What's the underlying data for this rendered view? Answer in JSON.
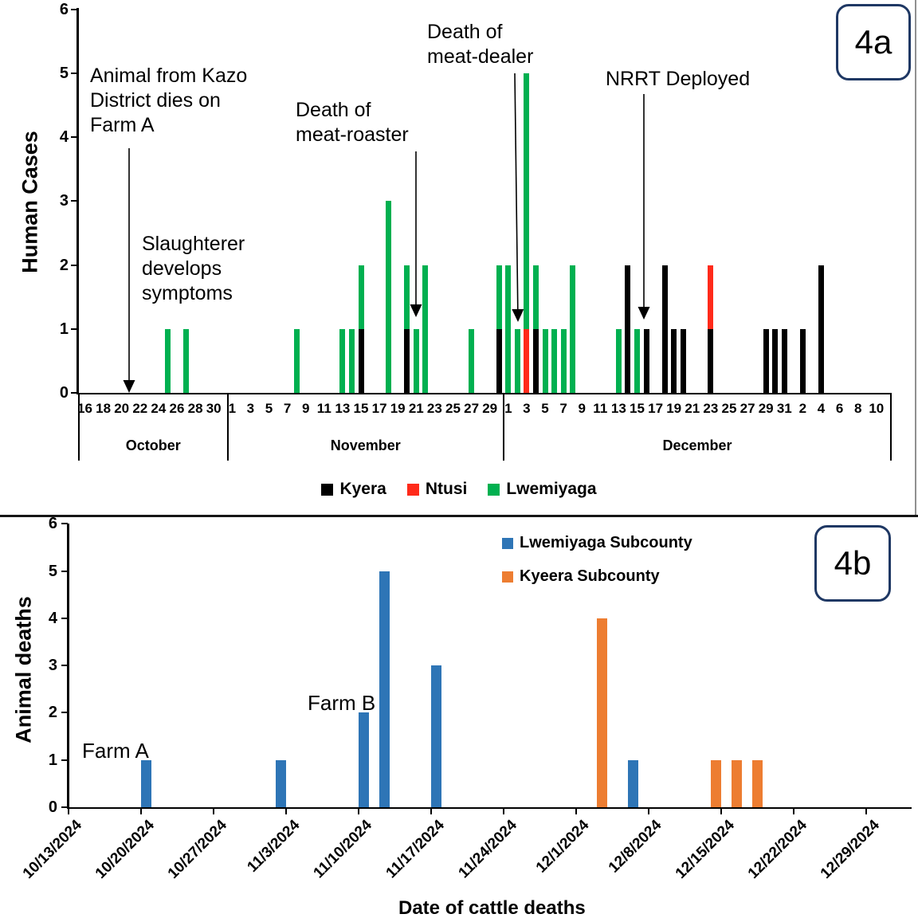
{
  "chart_data": [
    {
      "type": "bar",
      "stacked": true,
      "panel_label": "4a",
      "ylabel": "Human Cases",
      "ylim": [
        0,
        6
      ],
      "y_ticks": [
        6,
        5,
        4,
        3,
        2,
        1,
        0
      ],
      "grid": false,
      "legend_position": "bottom",
      "month_groups": [
        {
          "label": "October",
          "m": "Oct",
          "days": [
            16,
            18,
            20,
            22,
            24,
            26,
            28,
            30
          ]
        },
        {
          "label": "November",
          "m": "Nov",
          "days": [
            1,
            3,
            5,
            7,
            9,
            11,
            13,
            15,
            17,
            19,
            21,
            23,
            25,
            27,
            29
          ]
        },
        {
          "label": "December",
          "m": "Dec",
          "days": [
            1,
            3,
            5,
            7,
            9,
            11,
            13,
            15,
            17,
            19,
            21,
            23,
            25,
            27,
            29,
            31
          ]
        },
        {
          "label": "",
          "m": "Jan",
          "days": [
            2,
            4,
            6,
            8,
            10
          ]
        }
      ],
      "legend": [
        {
          "label": "Kyera",
          "color": "#000000"
        },
        {
          "label": "Ntusi",
          "color": "#FF2A1A"
        },
        {
          "label": "Lwemiyaga",
          "color": "#00B050"
        }
      ],
      "colors": {
        "kyera": "#000000",
        "ntusi": "#FF2A1A",
        "lwemiyaga": "#00B050"
      },
      "series_order": [
        "kyera",
        "ntusi",
        "lwemiyaga"
      ],
      "bars": [
        {
          "m": "Oct",
          "d": 25,
          "lwemiyaga": 1
        },
        {
          "m": "Oct",
          "d": 27,
          "lwemiyaga": 1
        },
        {
          "m": "Nov",
          "d": 8,
          "lwemiyaga": 1
        },
        {
          "m": "Nov",
          "d": 13,
          "lwemiyaga": 1
        },
        {
          "m": "Nov",
          "d": 14,
          "lwemiyaga": 1
        },
        {
          "m": "Nov",
          "d": 15,
          "kyera": 1,
          "lwemiyaga": 1
        },
        {
          "m": "Nov",
          "d": 18,
          "lwemiyaga": 3
        },
        {
          "m": "Nov",
          "d": 20,
          "kyera": 1,
          "lwemiyaga": 1
        },
        {
          "m": "Nov",
          "d": 21,
          "lwemiyaga": 1
        },
        {
          "m": "Nov",
          "d": 22,
          "lwemiyaga": 2
        },
        {
          "m": "Nov",
          "d": 27,
          "lwemiyaga": 1
        },
        {
          "m": "Nov",
          "d": 30,
          "kyera": 1,
          "lwemiyaga": 1
        },
        {
          "m": "Dec",
          "d": 1,
          "lwemiyaga": 2
        },
        {
          "m": "Dec",
          "d": 2,
          "lwemiyaga": 1
        },
        {
          "m": "Dec",
          "d": 3,
          "ntusi": 1,
          "lwemiyaga": 4
        },
        {
          "m": "Dec",
          "d": 4,
          "kyera": 1,
          "lwemiyaga": 1
        },
        {
          "m": "Dec",
          "d": 5,
          "lwemiyaga": 1
        },
        {
          "m": "Dec",
          "d": 6,
          "lwemiyaga": 1
        },
        {
          "m": "Dec",
          "d": 7,
          "lwemiyaga": 1
        },
        {
          "m": "Dec",
          "d": 8,
          "lwemiyaga": 2
        },
        {
          "m": "Dec",
          "d": 13,
          "lwemiyaga": 1
        },
        {
          "m": "Dec",
          "d": 14,
          "kyera": 2
        },
        {
          "m": "Dec",
          "d": 15,
          "lwemiyaga": 1
        },
        {
          "m": "Dec",
          "d": 16,
          "kyera": 1
        },
        {
          "m": "Dec",
          "d": 18,
          "kyera": 2
        },
        {
          "m": "Dec",
          "d": 19,
          "kyera": 1
        },
        {
          "m": "Dec",
          "d": 20,
          "kyera": 1
        },
        {
          "m": "Dec",
          "d": 23,
          "kyera": 1,
          "ntusi": 1
        },
        {
          "m": "Dec",
          "d": 29,
          "kyera": 1
        },
        {
          "m": "Dec",
          "d": 30,
          "kyera": 1
        },
        {
          "m": "Dec",
          "d": 31,
          "kyera": 1
        },
        {
          "m": "Jan",
          "d": 2,
          "kyera": 1
        },
        {
          "m": "Jan",
          "d": 4,
          "kyera": 2
        }
      ],
      "annotations": [
        {
          "id": "kazo",
          "text": "Animal from Kazo\nDistrict dies on\nFarm A"
        },
        {
          "id": "slaughterer",
          "text": "Slaughterer\ndevelops\nsymptoms"
        },
        {
          "id": "roaster",
          "text": "Death of\nmeat-roaster"
        },
        {
          "id": "dealer",
          "text": "Death of\nmeat-dealer"
        },
        {
          "id": "nrrt",
          "text": "NRRT Deployed"
        }
      ]
    },
    {
      "type": "bar",
      "stacked": false,
      "panel_label": "4b",
      "ylabel": "Animal deaths",
      "xlabel": "Date of cattle deaths",
      "ylim": [
        0,
        6
      ],
      "y_ticks": [
        6,
        5,
        4,
        3,
        2,
        1,
        0
      ],
      "grid": false,
      "legend_position": "top-center",
      "x_ticks": [
        "10/13/2024",
        "10/20/2024",
        "10/27/2024",
        "11/3/2024",
        "11/10/2024",
        "11/17/2024",
        "11/24/2024",
        "12/1/2024",
        "12/8/2024",
        "12/15/2024",
        "12/22/2024",
        "12/29/2024"
      ],
      "legend": [
        {
          "label": "Lwemiyaga Subcounty",
          "color": "#2E75B6"
        },
        {
          "label": "Kyeera Subcounty",
          "color": "#ED7D31"
        }
      ],
      "series": [
        {
          "name": "Lwemiyaga Subcounty",
          "color": "#2E75B6",
          "points": [
            {
              "date": "10/20/2024",
              "value": 1
            },
            {
              "date": "11/2/2024",
              "value": 1
            },
            {
              "date": "11/10/2024",
              "value": 2
            },
            {
              "date": "11/12/2024",
              "value": 5
            },
            {
              "date": "11/17/2024",
              "value": 3
            },
            {
              "date": "12/6/2024",
              "value": 1
            }
          ]
        },
        {
          "name": "Kyeera Subcounty",
          "color": "#ED7D31",
          "points": [
            {
              "date": "12/3/2024",
              "value": 4
            },
            {
              "date": "12/14/2024",
              "value": 1
            },
            {
              "date": "12/16/2024",
              "value": 1
            },
            {
              "date": "12/18/2024",
              "value": 1
            }
          ]
        }
      ],
      "annotations": [
        {
          "id": "farm-a",
          "text": "Farm A"
        },
        {
          "id": "farm-b",
          "text": "Farm B"
        }
      ]
    }
  ]
}
